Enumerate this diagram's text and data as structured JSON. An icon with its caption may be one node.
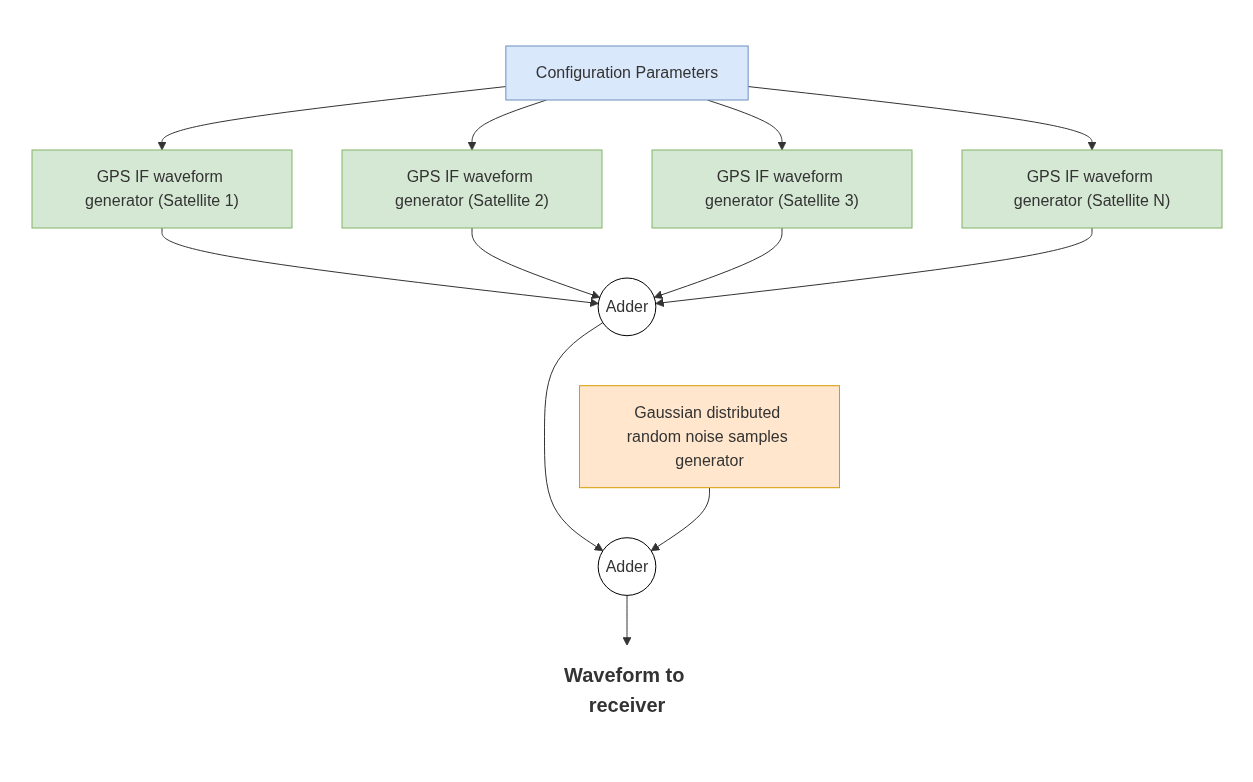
{
  "diagram": {
    "nodes": [
      {
        "text": [
          "Configuration Parameters"
        ]
      },
      {
        "text": [
          "GPS IF waveform generator (Satellite 1)"
        ]
      },
      {
        "text": [
          "GPS IF waveform generator (Satellite 2)"
        ]
      },
      {
        "text": [
          "GPS IF waveform generator (Satellite 3)"
        ]
      },
      {
        "text": [
          "GPS IF waveform generator (Satellite N)"
        ]
      },
      {
        "text": [
          "Adder"
        ]
      },
      {
        "text": [
          "Gaussian distributed random noise samples generator"
        ]
      },
      {
        "text": [
          "Adder"
        ]
      },
      {
        "text": [
          "Waveform to receiver"
        ]
      }
    ],
    "edges": [
      {
        "from": 0,
        "to": 1,
        "arrow": "to"
      },
      {
        "from": 0,
        "to": 2,
        "arrow": "to"
      },
      {
        "from": 0,
        "to": 3,
        "arrow": "to"
      },
      {
        "from": 0,
        "to": 4,
        "arrow": "to"
      },
      {
        "from": 1,
        "to": 5,
        "arrow": "to"
      },
      {
        "from": 2,
        "to": 5,
        "arrow": "to"
      },
      {
        "from": 3,
        "to": 5,
        "arrow": "to"
      },
      {
        "from": 4,
        "to": 5,
        "arrow": "to"
      },
      {
        "from": 5,
        "to": 7,
        "arrow": "to"
      },
      {
        "from": 6,
        "to": 7,
        "arrow": "to"
      },
      {
        "from": 7,
        "to": 8,
        "arrow": "to"
      }
    ]
  }
}
